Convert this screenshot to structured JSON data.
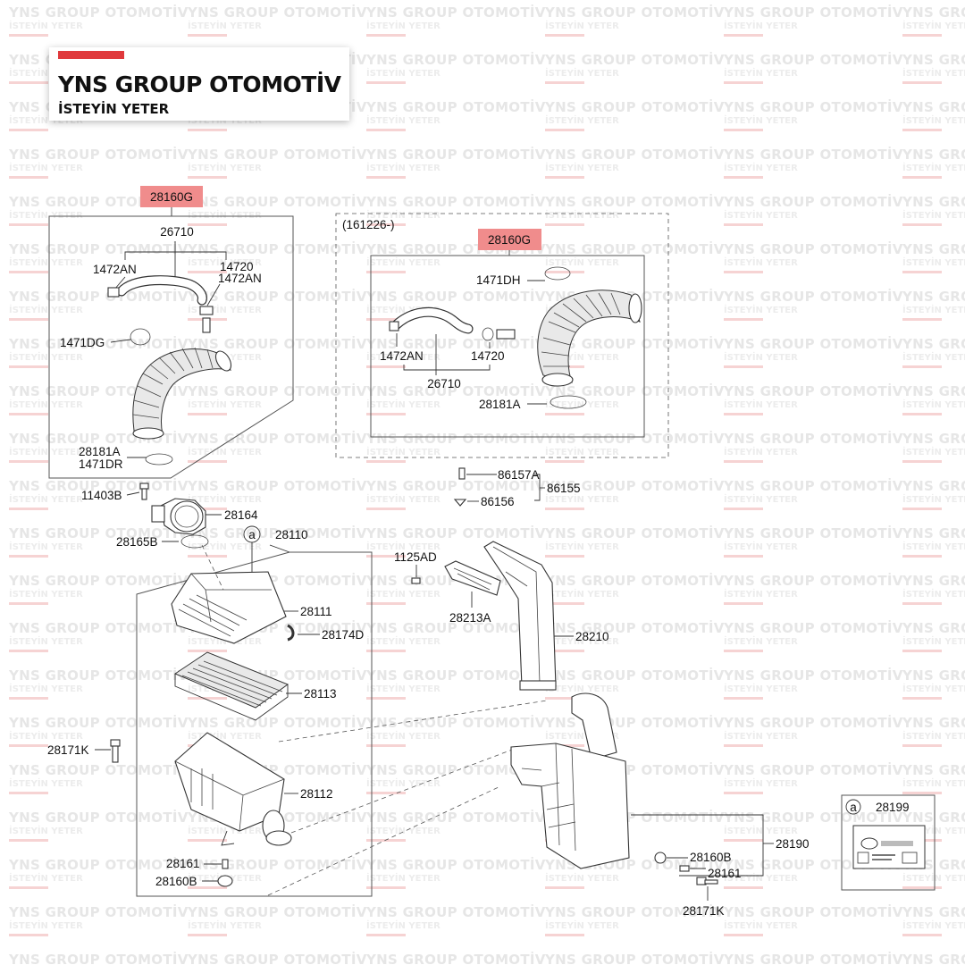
{
  "watermark": {
    "brand": "YNS GROUP OTOMOTİV",
    "tagline": "İSTEYİN YETER",
    "color": "#e6e6e6",
    "accent": "#f6d3d3"
  },
  "logo": {
    "brand": "YNS GROUP OTOMOTİV",
    "tagline": "İSTEYİN YETER",
    "accent": "#e0393c"
  },
  "highlight_color": "#f08c8c",
  "diagram": {
    "left_group": {
      "header": "28160G",
      "labels": {
        "hose_assy": "26710",
        "clamp_left": "1472AN",
        "hose": "14720",
        "clamp_right": "1472AN",
        "clamp_top": "1471DG",
        "clamp_bottom_a": "28181A",
        "clamp_bottom_b": "1471DR"
      }
    },
    "right_group": {
      "date_note": "(161226-)",
      "header": "28160G",
      "labels": {
        "clamp_top": "1471DH",
        "clamp_left": "1472AN",
        "hose": "14720",
        "hose_assy": "26710",
        "clamp_bottom": "28181A"
      }
    },
    "labels": {
      "bolt_11403B": "11403B",
      "sensor_28164": "28164",
      "gasket_28165B": "28165B",
      "ref_a": "a",
      "cleaner_28110": "28110",
      "cover_28111": "28111",
      "clip_28174D": "28174D",
      "element_28113": "28113",
      "bolt_28171K_left": "28171K",
      "body_28112": "28112",
      "grommet_28161_left": "28161",
      "bush_28160B_left": "28160B",
      "bolt_86157A": "86157A",
      "retainer_86155": "86155",
      "clip_86156": "86156",
      "bolt_1125AD": "1125AD",
      "bracket_28213A": "28213A",
      "duct_28210": "28210",
      "resonator_28190": "28190",
      "bush_28160B_right": "28160B",
      "grommet_28161_right": "28161",
      "bolt_28171K_right": "28171K",
      "ref_a_box": "a",
      "label_28199": "28199"
    }
  }
}
